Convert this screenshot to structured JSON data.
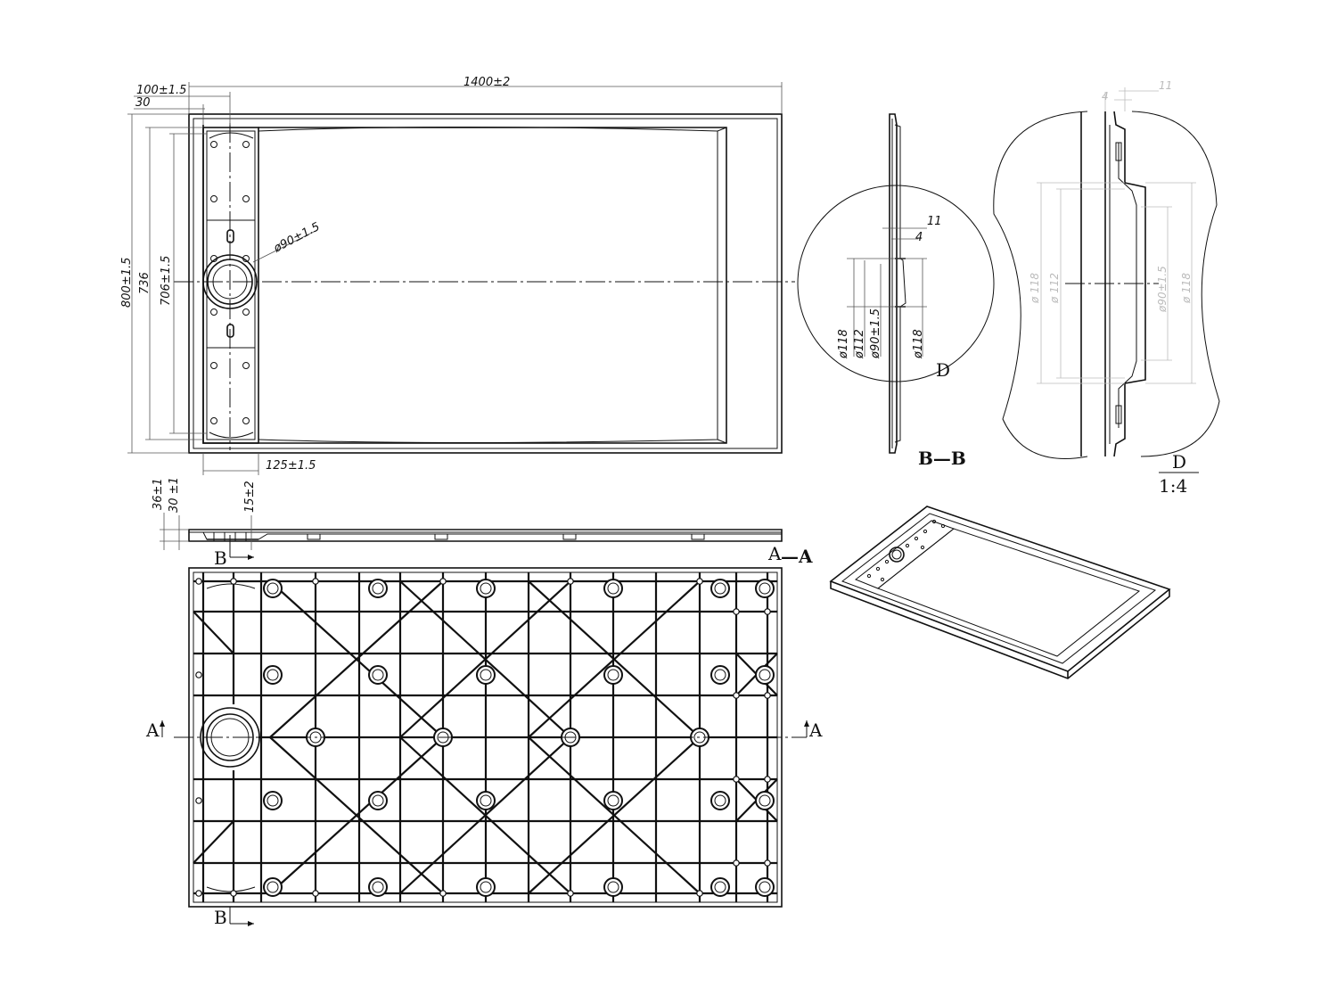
{
  "dimensions": {
    "overall_length": "1400±2",
    "offset_100": "100±1.5",
    "offset_30": "30",
    "overall_width": "800±1.5",
    "inner_736": "736",
    "inner_706": "706±1.5",
    "drain_diameter": "ø90±1.5",
    "drain_offset": "125±1.5",
    "height_36": "36±1",
    "height_30": "30 ±1",
    "lip_15": "15±2"
  },
  "section_bb": {
    "title": "B—B",
    "dim_11": "11",
    "dim_4": "4",
    "d118_left": "ø118",
    "d112": "ø112",
    "d90": "ø90±1.5",
    "d118_right": "ø118",
    "detail_marker": "D"
  },
  "detail_d": {
    "dim_4": "4",
    "dim_11": "11",
    "d118_left": "ø 118",
    "d112": "ø 112",
    "d90": "ø90±1.5",
    "d118_right": "ø 118",
    "title": "D",
    "scale": "1:4"
  },
  "views": {
    "section_aa": "A—A",
    "mark_b": "B",
    "mark_a": "A"
  },
  "colors": {
    "line": "#111111",
    "faded_dimension": "#bbbbbb"
  }
}
